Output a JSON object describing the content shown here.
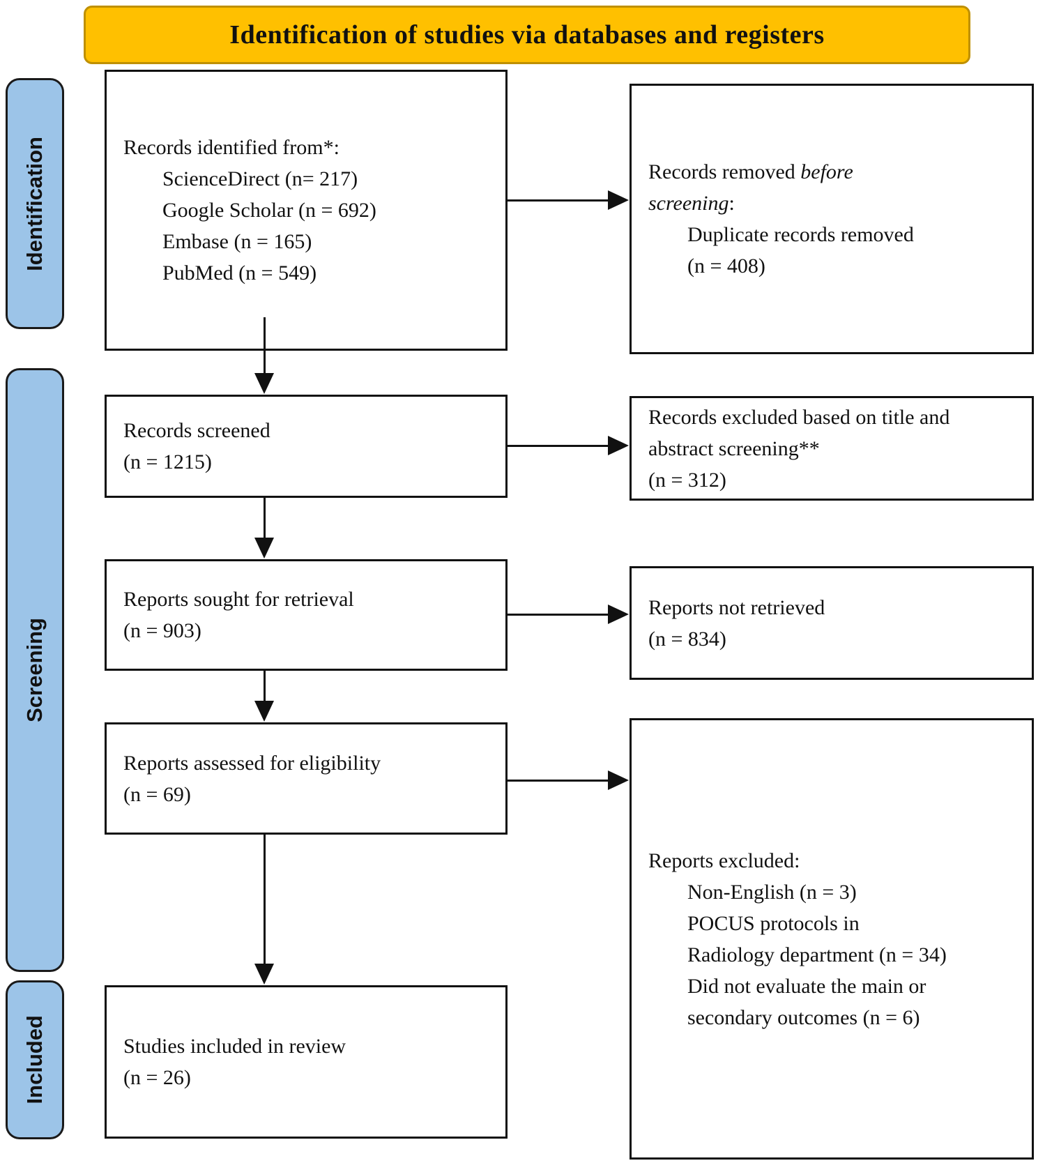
{
  "banner": {
    "title": "Identification of studies via databases and registers"
  },
  "colors": {
    "banner_bg": "#FFC000",
    "banner_border": "#BF9000",
    "sidebar_bg": "#9CC4E8",
    "line_color": "#111111"
  },
  "sidebar": {
    "identification": "Identification",
    "screening": "Screening",
    "included": "Included"
  },
  "boxes": {
    "records_identified": {
      "heading": "Records identified from*:",
      "items": [
        "ScienceDirect (n= 217)",
        "Google Scholar (n = 692)",
        "Embase (n = 165)",
        "PubMed (n = 549)"
      ]
    },
    "records_removed": {
      "text_before_italic": "Records removed ",
      "italic_text": "before screening",
      "text_after_italic": ":",
      "item_label": "Duplicate records removed",
      "item_count": "(n = 408)"
    },
    "records_screened": {
      "label": "Records screened",
      "count": "(n = 1215)"
    },
    "records_excluded_title_abstract": {
      "label": "Records excluded based on title and abstract screening**",
      "count": "(n = 312)"
    },
    "reports_sought": {
      "label": "Reports sought for retrieval",
      "count": "(n = 903)"
    },
    "reports_not_retrieved": {
      "label": "Reports not retrieved",
      "count": "(n = 834)"
    },
    "reports_assessed": {
      "label": "Reports assessed for eligibility",
      "count": "(n = 69)"
    },
    "reports_excluded": {
      "heading": "Reports excluded:",
      "items": [
        "Non-English (n = 3)",
        "POCUS protocols in Radiology department (n = 34)",
        "Did not evaluate the main or secondary outcomes (n = 6)"
      ]
    },
    "studies_included": {
      "label": "Studies included in review",
      "count": "(n = 26)"
    }
  }
}
